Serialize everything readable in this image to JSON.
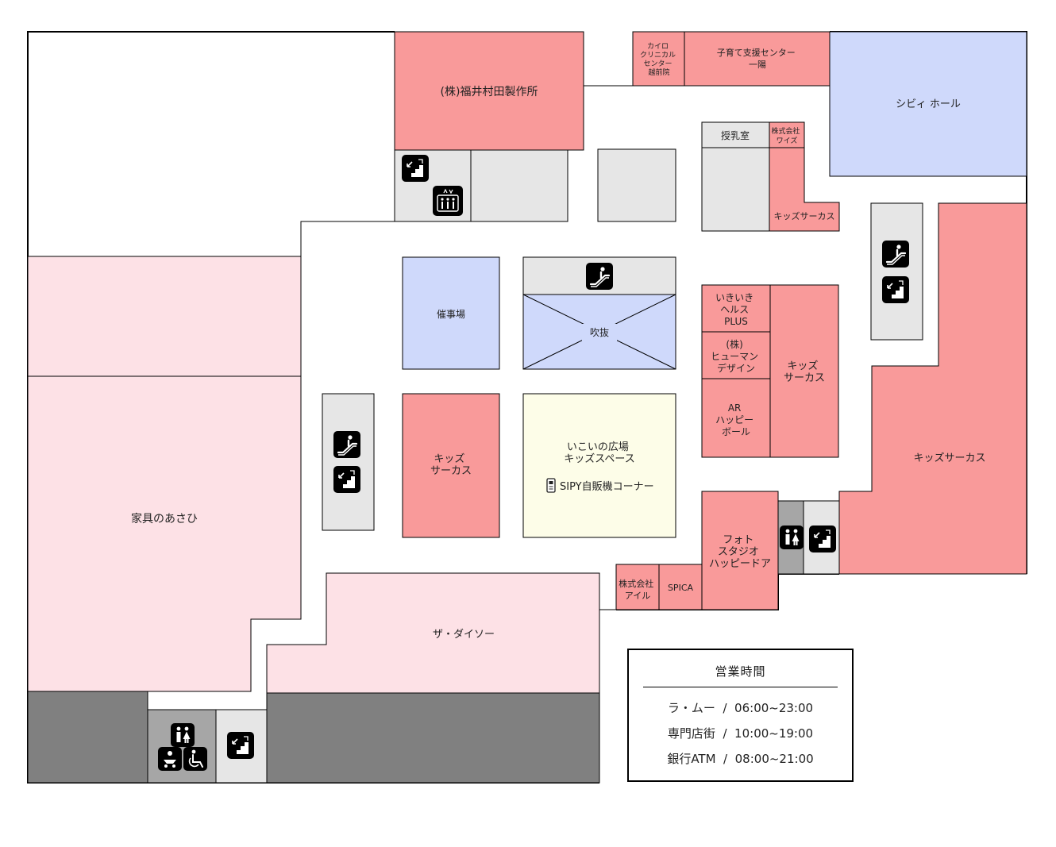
{
  "stores": {
    "fukui": "(株)福井村田製作所",
    "chiropractic": [
      "カイロ",
      "クリニカル",
      "センター",
      "越前院"
    ],
    "childcare": [
      "子育て支援センター",
      "一陽"
    ],
    "civic_hall": "シビィ ホール",
    "nursing_room": "授乳室",
    "wise": [
      "株式会社",
      "ワイズ"
    ],
    "kids_circus_top": "キッズサーカス",
    "event_space": "催事場",
    "atrium": "吹抜",
    "ikiiki": [
      "いきいき",
      "ヘルス",
      "PLUS"
    ],
    "human_design": [
      "(株)",
      "ヒューマン",
      "デザイン"
    ],
    "ar_happy": [
      "AR",
      "ハッピー",
      "ボール"
    ],
    "kids_circus_mid": [
      "キッズ",
      "サーカス"
    ],
    "kids_circus_center": [
      "キッズ",
      "サーカス"
    ],
    "plaza": [
      "いこいの広場",
      "キッズスペース"
    ],
    "vending": "SIPY自販機コーナー",
    "kids_circus_right": "キッズサーカス",
    "photo_studio": [
      "フォト",
      "スタジオ",
      "ハッピードア"
    ],
    "aile": [
      "株式会社",
      "アイル"
    ],
    "spica": "SPICA",
    "furniture": "家具のあさひ",
    "daiso": "ザ・ダイソー"
  },
  "icons": {
    "escalator": "escalator-icon",
    "stairs": "stairs-icon",
    "elevator": "elevator-icon",
    "restroom": "restroom-icon",
    "baby": "baby-care-icon",
    "accessible": "wheelchair-icon",
    "vending": "vending-machine-icon"
  },
  "colors": {
    "tenant_red": "#f99a9a",
    "tenant_pink": "#fde1e6",
    "event_blue": "#cfd9fb",
    "plaza_yellow": "#fdfde8",
    "facility_gray": "#e6e6e6",
    "service_gray": "#a6a6a6",
    "back_gray": "#808080"
  },
  "hours": {
    "title": "営業時間",
    "rows": [
      "ラ・ムー  /  06:00~23:00",
      "専門店街  /  10:00~19:00",
      "銀行ATM  /  08:00~21:00"
    ]
  }
}
